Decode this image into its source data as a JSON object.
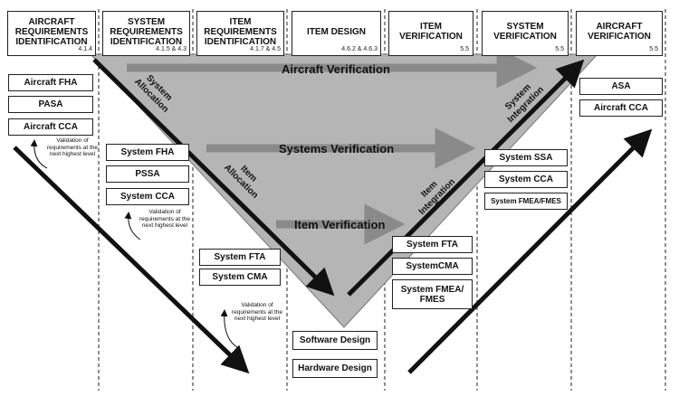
{
  "headers": [
    {
      "title": "AIRCRAFT REQUIREMENTS IDENTIFICATION",
      "ref": "4.1.4"
    },
    {
      "title": "SYSTEM REQUIREMENTS IDENTIFICATION",
      "ref": "4.1.5 & 4.3"
    },
    {
      "title": "ITEM REQUIREMENTS IDENTIFICATION",
      "ref": "4.1.7 & 4.5"
    },
    {
      "title": "ITEM DESIGN",
      "ref": "4.6.2 & 4.6.3"
    },
    {
      "title": "ITEM VERIFICATION",
      "ref": "5.5"
    },
    {
      "title": "SYSTEM VERIFICATION",
      "ref": "5.5"
    },
    {
      "title": "AIRCRAFT VERIFICATION",
      "ref": "5.5"
    }
  ],
  "column1": [
    "Aircraft FHA",
    "PASA",
    "Aircraft CCA"
  ],
  "column2": [
    "System FHA",
    "PSSA",
    "System CCA"
  ],
  "column3": [
    "System FTA",
    "System CMA"
  ],
  "column4": [
    "Software Design",
    "Hardware Design"
  ],
  "column5": [
    "System FTA",
    "SystemCMA",
    "System FMEA/ FMES"
  ],
  "column6": [
    "System SSA",
    "System CCA",
    "System FMEA/FMES"
  ],
  "column7": [
    "ASA",
    "Aircraft CCA"
  ],
  "validation_note": "Validation of requirements at the next highest level",
  "verification": {
    "aircraft": "Aircraft Verification",
    "systems": "Systems Verification",
    "item": "Item Verification"
  },
  "diagonals": {
    "system_allocation": "System Allocation",
    "item_allocation": "Item Allocation",
    "item_integration": "Item Integration",
    "system_integration": "System Integration"
  },
  "colors": {
    "triangle": "#b5b5b5",
    "arrow_gray": "#8a8a8a",
    "line": "#111111"
  }
}
